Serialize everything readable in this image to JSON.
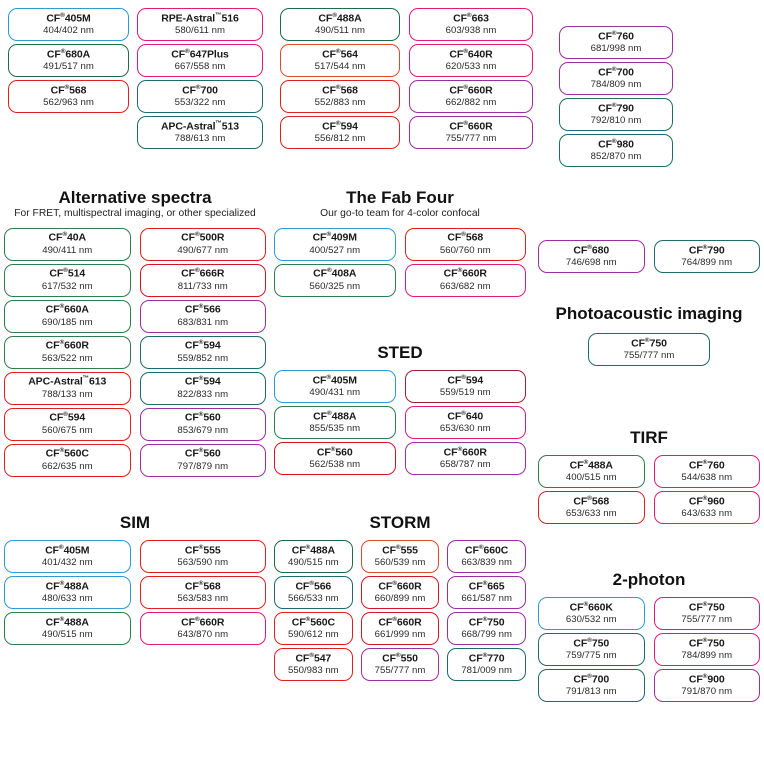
{
  "page": {
    "title": "CF Dye Selection Chart",
    "registered_mark": "®",
    "trademark_mark": "™",
    "unit": "nm"
  },
  "colors": {
    "blue": "#2e9bd6",
    "green": "#2f7d4f",
    "dark_green": "#1f6b48",
    "teal": "#1f6b6b",
    "red": "#e02020",
    "orange_red": "#e04a28",
    "magenta": "#e51a6e",
    "pink": "#e6197a",
    "purple": "#8e2f9e",
    "violet": "#9b2fa0",
    "text": "#1a1a1a"
  },
  "top_section": {
    "columns": [
      {
        "name": "top-col-1",
        "chips": [
          {
            "name": "CF",
            "mark": "®",
            "code": "405M",
            "spec": "404/402 nm",
            "color": "#2e9bd6"
          },
          {
            "name": "CF",
            "mark": "®",
            "code": "680A",
            "spec": "491/517 nm",
            "color": "#1f6b48"
          },
          {
            "name": "CF",
            "mark": "®",
            "code": "568",
            "spec": "562/963 nm",
            "color": "#e02020"
          }
        ]
      },
      {
        "name": "top-col-2",
        "chips": [
          {
            "name": "RPE-Astral",
            "mark": "™",
            "code": "516",
            "spec": "580/611 nm",
            "color": "#e6197a"
          },
          {
            "name": "CF",
            "mark": "®",
            "code": "647Plus",
            "spec": "667/558 nm",
            "color": "#e6197a"
          },
          {
            "name": "CF",
            "mark": "®",
            "code": "700",
            "spec": "553/322 nm",
            "color": "#1f6b6b"
          },
          {
            "name": "APC-Astral",
            "mark": "™",
            "code": "513",
            "spec": "788/613 nm",
            "color": "#1f6b6b"
          }
        ]
      },
      {
        "name": "top-col-3",
        "chips": [
          {
            "name": "CF",
            "mark": "®",
            "code": "488A",
            "spec": "490/511 nm",
            "color": "#1f6b48"
          },
          {
            "name": "CF",
            "mark": "®",
            "code": "564",
            "spec": "517/544 nm",
            "color": "#e04a28"
          },
          {
            "name": "CF",
            "mark": "®",
            "code": "568",
            "spec": "552/883 nm",
            "color": "#e02020"
          },
          {
            "name": "CF",
            "mark": "®",
            "code": "594",
            "spec": "556/812 nm",
            "color": "#e02020"
          }
        ]
      },
      {
        "name": "top-col-4",
        "chips": [
          {
            "name": "CF",
            "mark": "®",
            "code": "663",
            "spec": "603/938 nm",
            "color": "#e6197a"
          },
          {
            "name": "CF",
            "mark": "®",
            "code": "640R",
            "spec": "620/533 nm",
            "color": "#e51a6e"
          },
          {
            "name": "CF",
            "mark": "®",
            "code": "660R",
            "spec": "662/882 nm",
            "color": "#9b2fa0"
          },
          {
            "name": "CF",
            "mark": "®",
            "code": "660R",
            "spec": "755/777 nm",
            "color": "#9b2fa0"
          }
        ]
      },
      {
        "name": "top-col-5",
        "chips": [
          {
            "name": "CF",
            "mark": "®",
            "code": "760",
            "spec": "681/998 nm",
            "color": "#9b2fa0"
          },
          {
            "name": "CF",
            "mark": "®",
            "code": "700",
            "spec": "784/809 nm",
            "color": "#9b2fa0"
          },
          {
            "name": "CF",
            "mark": "®",
            "code": "790",
            "spec": "792/810 nm",
            "color": "#1f6b6b"
          },
          {
            "name": "CF",
            "mark": "®",
            "code": "980",
            "spec": "852/870 nm",
            "color": "#1f6b6b"
          }
        ]
      }
    ]
  },
  "sections": [
    {
      "id": "alternative-spectra",
      "title": "Alternative spectra",
      "subtitle": "For FRET, multispectral imaging, or other specialized",
      "chips": [
        {
          "name": "CF",
          "mark": "®",
          "code": "40A",
          "spec": "490/411 nm",
          "color": "#2f7d4f"
        },
        {
          "name": "CF",
          "mark": "®",
          "code": "500R",
          "spec": "490/677 nm",
          "color": "#e02020"
        },
        {
          "name": "CF",
          "mark": "®",
          "code": "514",
          "spec": "617/532 nm",
          "color": "#2f7d4f"
        },
        {
          "name": "CF",
          "mark": "®",
          "code": "666R",
          "spec": "811/733 nm",
          "color": "#d4142a"
        },
        {
          "name": "CF",
          "mark": "®",
          "code": "660A",
          "spec": "690/185 nm",
          "color": "#2f7d4f"
        },
        {
          "name": "CF",
          "mark": "®",
          "code": "566",
          "spec": "683/831 nm",
          "color": "#9b2fa0"
        },
        {
          "name": "CF",
          "mark": "®",
          "code": "660R",
          "spec": "563/522 nm",
          "color": "#2f7d4f"
        },
        {
          "name": "CF",
          "mark": "®",
          "code": "594",
          "spec": "559/852 nm",
          "color": "#1f6b6b"
        },
        {
          "name": "APC-Astral",
          "mark": "™",
          "code": "613",
          "spec": "788/133 nm",
          "color": "#e02020"
        },
        {
          "name": "CF",
          "mark": "®",
          "code": "594",
          "spec": "822/833 nm",
          "color": "#1f6b6b"
        },
        {
          "name": "CF",
          "mark": "®",
          "code": "594",
          "spec": "560/675 nm",
          "color": "#e02020"
        },
        {
          "name": "CF",
          "mark": "®",
          "code": "560",
          "spec": "853/679 nm",
          "color": "#9b2fa0"
        },
        {
          "name": "CF",
          "mark": "®",
          "code": "560C",
          "spec": "662/635 nm",
          "color": "#e02020"
        },
        {
          "name": "CF",
          "mark": "®",
          "code": "560",
          "spec": "797/879 nm",
          "color": "#9b2fa0"
        }
      ]
    },
    {
      "id": "sim",
      "title": "SIM",
      "subtitle": "",
      "chips": [
        {
          "name": "CF",
          "mark": "®",
          "code": "405M",
          "spec": "401/432 nm",
          "color": "#2e9bd6"
        },
        {
          "name": "CF",
          "mark": "®",
          "code": "555",
          "spec": "563/590 nm",
          "color": "#e02020"
        },
        {
          "name": "CF",
          "mark": "®",
          "code": "488A",
          "spec": "480/633 nm",
          "color": "#2e9bd6"
        },
        {
          "name": "CF",
          "mark": "®",
          "code": "568",
          "spec": "563/583 nm",
          "color": "#e02020"
        },
        {
          "name": "CF",
          "mark": "®",
          "code": "488A",
          "spec": "490/515 nm",
          "color": "#2f7d4f"
        },
        {
          "name": "CF",
          "mark": "®",
          "code": "660R",
          "spec": "643/870 nm",
          "color": "#e6197a"
        }
      ]
    },
    {
      "id": "the-fab-four",
      "title": "The Fab Four",
      "subtitle": "Our go-to team for 4-color confocal",
      "chips": [
        {
          "name": "CF",
          "mark": "®",
          "code": "409M",
          "spec": "400/527 nm",
          "color": "#2e9bd6"
        },
        {
          "name": "CF",
          "mark": "®",
          "code": "568",
          "spec": "560/760 nm",
          "color": "#e02020"
        },
        {
          "name": "CF",
          "mark": "®",
          "code": "408A",
          "spec": "560/325 nm",
          "color": "#2f7d4f"
        },
        {
          "name": "CF",
          "mark": "®",
          "code": "660R",
          "spec": "663/682 nm",
          "color": "#e6197a"
        }
      ]
    },
    {
      "id": "sted",
      "title": "STED",
      "subtitle": "",
      "chips": [
        {
          "name": "CF",
          "mark": "®",
          "code": "405M",
          "spec": "490/431 nm",
          "color": "#2e9bd6"
        },
        {
          "name": "CF",
          "mark": "®",
          "code": "594",
          "spec": "559/519 nm",
          "color": "#9b2030"
        },
        {
          "name": "CF",
          "mark": "®",
          "code": "488A",
          "spec": "855/535 nm",
          "color": "#2f7d4f"
        },
        {
          "name": "CF",
          "mark": "®",
          "code": "640",
          "spec": "653/630 nm",
          "color": "#e6197a"
        },
        {
          "name": "CF",
          "mark": "®",
          "code": "560",
          "spec": "562/538 nm",
          "color": "#d4142a"
        },
        {
          "name": "CF",
          "mark": "®",
          "code": "660R",
          "spec": "658/787 nm",
          "color": "#9b2fa0"
        }
      ]
    },
    {
      "id": "storm",
      "title": "STORM",
      "subtitle": "",
      "chips": [
        {
          "name": "CF",
          "mark": "®",
          "code": "488A",
          "spec": "490/515 nm",
          "color": "#1f6b48"
        },
        {
          "name": "CF",
          "mark": "®",
          "code": "555",
          "spec": "560/539 nm",
          "color": "#e04a28"
        },
        {
          "name": "CF",
          "mark": "®",
          "code": "660C",
          "spec": "663/839 nm",
          "color": "#9b2fa0"
        },
        {
          "name": "CF",
          "mark": "®",
          "code": "566",
          "spec": "566/533 nm",
          "color": "#1f6b6b"
        },
        {
          "name": "CF",
          "mark": "®",
          "code": "660R",
          "spec": "660/899 nm",
          "color": "#d4142a"
        },
        {
          "name": "CF",
          "mark": "®",
          "code": "665",
          "spec": "661/587 nm",
          "color": "#9b2fa0"
        },
        {
          "name": "CF",
          "mark": "®",
          "code": "560C",
          "spec": "590/612 nm",
          "color": "#e02020"
        },
        {
          "name": "CF",
          "mark": "®",
          "code": "660R",
          "spec": "661/999 nm",
          "color": "#d4142a"
        },
        {
          "name": "CF",
          "mark": "®",
          "code": "750",
          "spec": "668/799 nm",
          "color": "#9b2fa0"
        },
        {
          "name": "CF",
          "mark": "®",
          "code": "547",
          "spec": "550/983 nm",
          "color": "#e02020"
        },
        {
          "name": "CF",
          "mark": "®",
          "code": "550",
          "spec": "755/777 nm",
          "color": "#9b2fa0"
        },
        {
          "name": "CF",
          "mark": "®",
          "code": "770",
          "spec": "781/009 nm",
          "color": "#1f6b6b"
        }
      ]
    },
    {
      "id": "right-pair",
      "title": "",
      "subtitle": "",
      "chips": [
        {
          "name": "CF",
          "mark": "®",
          "code": "680",
          "spec": "746/698 nm",
          "color": "#9b2fa0"
        },
        {
          "name": "CF",
          "mark": "®",
          "code": "790",
          "spec": "764/899 nm",
          "color": "#1f6b6b"
        }
      ]
    },
    {
      "id": "photoacoustic-imaging",
      "title": "Photoacoustic imaging",
      "subtitle": "",
      "chips": [
        {
          "name": "CF",
          "mark": "®",
          "code": "750",
          "spec": "755/777 nm",
          "color": "#1f6b6b"
        }
      ]
    },
    {
      "id": "tirf",
      "title": "TIRF",
      "subtitle": "",
      "chips": [
        {
          "name": "CF",
          "mark": "®",
          "code": "488A",
          "spec": "400/515 nm",
          "color": "#2f7d4f"
        },
        {
          "name": "CF",
          "mark": "®",
          "code": "760",
          "spec": "544/638 nm",
          "color": "#e6197a"
        },
        {
          "name": "CF",
          "mark": "®",
          "code": "568",
          "spec": "653/633 nm",
          "color": "#e02020"
        },
        {
          "name": "CF",
          "mark": "®",
          "code": "960",
          "spec": "643/633 nm",
          "color": "#e6197a"
        }
      ]
    },
    {
      "id": "two-photon",
      "title": "2-photon",
      "subtitle": "",
      "chips": [
        {
          "name": "CF",
          "mark": "®",
          "code": "660K",
          "spec": "630/532 nm",
          "color": "#2e9bd6"
        },
        {
          "name": "CF",
          "mark": "®",
          "code": "750",
          "spec": "755/777 nm",
          "color": "#e6197a"
        },
        {
          "name": "CF",
          "mark": "®",
          "code": "750",
          "spec": "759/775 nm",
          "color": "#1f6b6b"
        },
        {
          "name": "CF",
          "mark": "®",
          "code": "750",
          "spec": "784/899 nm",
          "color": "#e6197a"
        },
        {
          "name": "CF",
          "mark": "®",
          "code": "700",
          "spec": "791/813 nm",
          "color": "#1f6b6b"
        },
        {
          "name": "CF",
          "mark": "®",
          "code": "900",
          "spec": "791/870 nm",
          "color": "#9b2fa0"
        }
      ]
    }
  ]
}
